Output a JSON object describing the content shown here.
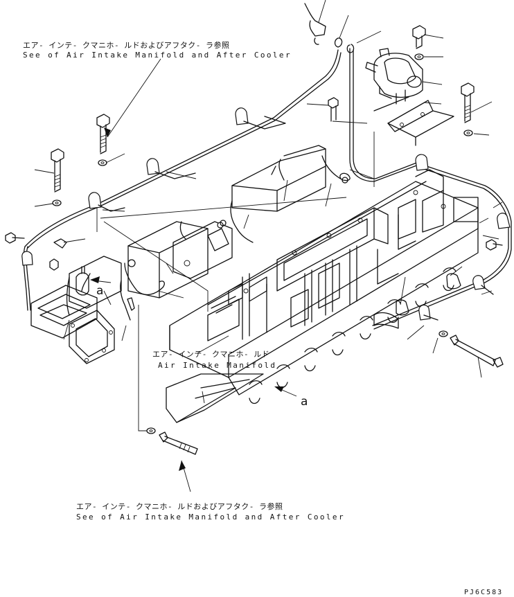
{
  "notes": {
    "top_jp": "エア- インテ- クマニホ- ルドおよびアフタク- ラ参照",
    "top_en": "See of Air Intake Manifold and After Cooler",
    "mid_jp": "エア- インテ- クマニホ- ルド",
    "mid_en": "Air Intake Manifold",
    "bottom_jp": "エア- インテ- クマニホ- ルドおよびアフタク- ラ参照",
    "bottom_en": "See of Air Intake Manifold and After Cooler"
  },
  "view_markers": {
    "left": "a",
    "right": "a"
  },
  "drawing_code": "PJ6C583"
}
